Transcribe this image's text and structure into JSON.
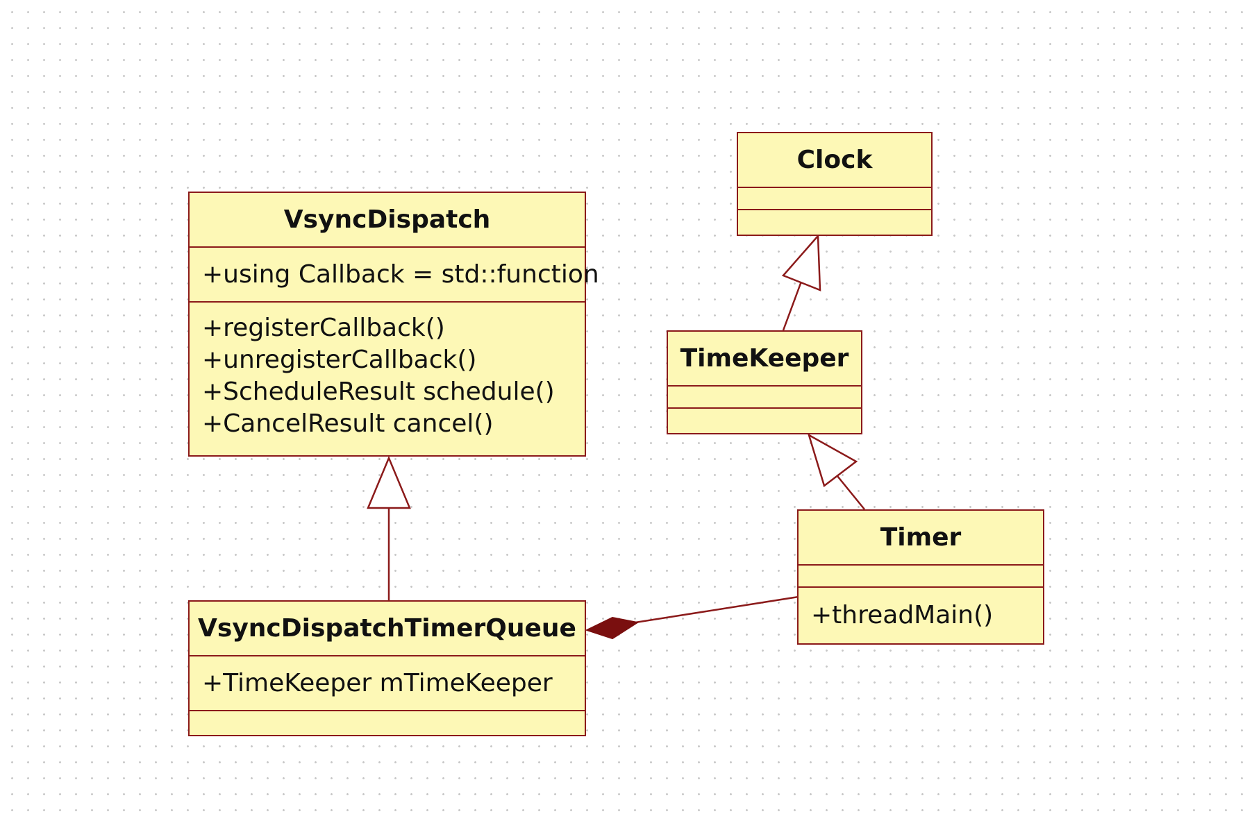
{
  "classes": {
    "vsync_dispatch": {
      "name": "VsyncDispatch",
      "attributes": [
        "+using Callback = std::function"
      ],
      "operations": [
        "+registerCallback()",
        "+unregisterCallback()",
        "+ScheduleResult schedule()",
        "+CancelResult cancel()"
      ]
    },
    "clock": {
      "name": "Clock",
      "attributes": [],
      "operations": []
    },
    "time_keeper": {
      "name": "TimeKeeper",
      "attributes": [],
      "operations": []
    },
    "timer": {
      "name": "Timer",
      "attributes": [],
      "operations": [
        "+threadMain()"
      ]
    },
    "vsync_dispatch_timer_queue": {
      "name": "VsyncDispatchTimerQueue",
      "attributes": [
        "+TimeKeeper mTimeKeeper"
      ],
      "operations": []
    }
  },
  "relationships": [
    {
      "type": "generalization",
      "from": "VsyncDispatchTimerQueue",
      "to": "VsyncDispatch"
    },
    {
      "type": "generalization",
      "from": "TimeKeeper",
      "to": "Clock"
    },
    {
      "type": "generalization",
      "from": "Timer",
      "to": "TimeKeeper"
    },
    {
      "type": "composition",
      "from": "Timer",
      "to": "VsyncDispatchTimerQueue"
    }
  ],
  "colors": {
    "class_fill": "#fdf8b6",
    "border": "#8b1a1a",
    "composition_diamond": "#7a0f0f"
  }
}
